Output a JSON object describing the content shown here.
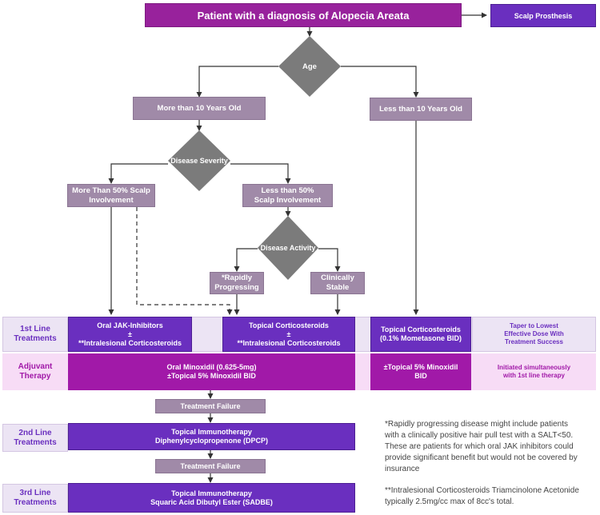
{
  "title": "Patient with a diagnosis of Alopecia Areata",
  "scalp_prosthesis": "Scalp Prosthesis",
  "age_decision": "Age",
  "more_than_10": "More than 10 Years Old",
  "less_than_10": "Less than 10 Years Old",
  "disease_severity": [
    "Disease",
    "Severity"
  ],
  "more_than_50": [
    "More Than 50% Scalp",
    "Involvement"
  ],
  "less_than_50": [
    "Less than 50%",
    "Scalp Involvement"
  ],
  "disease_activity": [
    "Disease",
    "Activity"
  ],
  "rapidly_progressing": [
    "*Rapidly",
    "Progressing"
  ],
  "clinically_stable": [
    "Clinically",
    "Stable"
  ],
  "first_line_label": [
    "1st Line",
    "Treatments"
  ],
  "oral_jak": [
    "Oral JAK-Inhibitors",
    "±",
    "**Intralesional Corticosteroids"
  ],
  "topical_cortico": [
    "Topical Corticosteroids",
    "±",
    "**Intralesional Corticosteroids"
  ],
  "topical_mometasone": [
    "Topical Corticosteroids",
    "(0.1% Mometasone BID)"
  ],
  "taper": [
    "Taper to Lowest",
    "Effective Dose With",
    "Treatment Success"
  ],
  "adjuvant_label": [
    "Adjuvant",
    "Therapy"
  ],
  "oral_minoxidil": [
    "Oral Minoxidil (0.625-5mg)",
    "±Topical 5% Minoxidil BID"
  ],
  "topical_minoxidil": [
    "±Topical 5% Minoxidil",
    "BID"
  ],
  "initiated": [
    "Initiated simultaneously",
    "with 1st line therapy"
  ],
  "treatment_failure_1": "Treatment Failure",
  "second_line_label": [
    "2nd Line",
    "Treatments"
  ],
  "dpcp": [
    "Topical Immunotherapy",
    "Diphenylcyclopropenone (DPCP)"
  ],
  "treatment_failure_2": "Treatment Failure",
  "third_line_label": [
    "3rd Line",
    "Treatments"
  ],
  "sadbe": [
    "Topical Immunotherapy",
    "Squaric Acid Dibutyl Ester (SADBE)"
  ],
  "footnote_1": [
    "*Rapidly progressing disease might include patients",
    "with a clinically positive hair pull test with a SALT<50.",
    "These are patients for which oral JAK inhibitors could",
    "provide significant benefit but would not be covered by",
    "insurance"
  ],
  "footnote_2": [
    "**Intralesional Corticosteroids Triamcinolone Acetonide",
    "typically 2.5mg/cc max of 8cc's total."
  ],
  "colors": {
    "title": "#98229c",
    "mauve": "#a08aa8",
    "purple": "#6a2fbf",
    "magenta": "#a119a8",
    "diamond": "#7b7b7b",
    "light_lavender": "#ece4f4",
    "light_pink": "#f7dcf6"
  }
}
